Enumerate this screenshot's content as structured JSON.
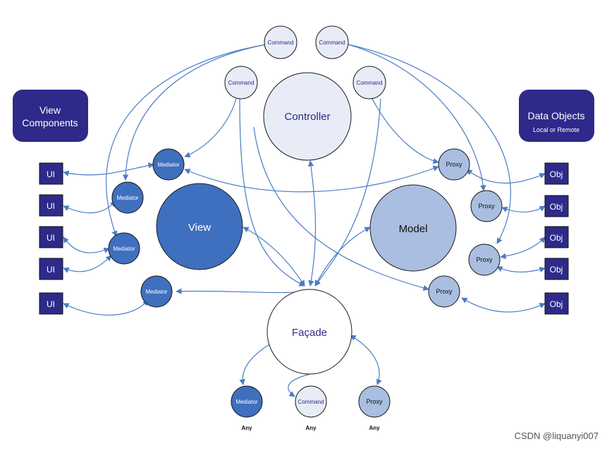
{
  "colors": {
    "dark_box": "#2e2a8a",
    "dark_node": "#3f6fbf",
    "mid_node": "#a9bee0",
    "light_node": "#e8ecf6",
    "white_node": "#ffffff",
    "arrow": "#4a7cc4",
    "stroke": "#1a1a1a",
    "label_dark": "#2e2a8a"
  },
  "boxes": {
    "view_components": [
      "View",
      "Components"
    ],
    "data_objects": {
      "title": "Data Objects",
      "subtitle": "Local or Remote"
    }
  },
  "labels": {
    "command": "Command",
    "controller": "Controller",
    "mediator": "Mediator",
    "view": "View",
    "model": "Model",
    "proxy": "Proxy",
    "facade": "Façade",
    "ui": "UI",
    "obj": "Obj",
    "any": "Any"
  },
  "watermark": "CSDN @liquanyi007"
}
